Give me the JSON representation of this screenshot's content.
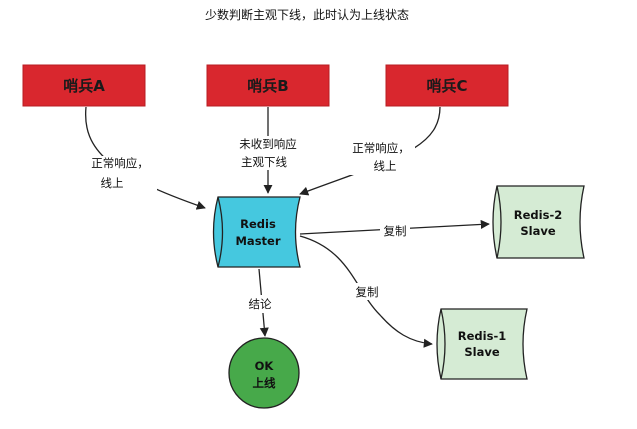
{
  "title": "少数判断主观下线，此时认为上线状态",
  "sentinels": [
    {
      "label": "哨兵A"
    },
    {
      "label": "哨兵B"
    },
    {
      "label": "哨兵C"
    }
  ],
  "master": {
    "line1": "Redis",
    "line2": "Master"
  },
  "slaves": [
    {
      "line1": "Redis-2",
      "line2": "Slave"
    },
    {
      "line1": "Redis-1",
      "line2": "Slave"
    }
  ],
  "ok_node": {
    "line1": "OK",
    "line2": "上线"
  },
  "edge_labels": {
    "sentinel_a": [
      "正常响应，",
      "线上"
    ],
    "sentinel_b": [
      "未收到响应",
      "主观下线"
    ],
    "sentinel_c": [
      "正常响应，",
      "线上"
    ],
    "replicate_top": "复制",
    "replicate_bottom": "复制",
    "conclusion": "结论"
  },
  "colors": {
    "sentinel_fill": "#d9272e",
    "sentinel_stroke": "#b81d23",
    "master_fill": "#45c8df",
    "slave_fill": "#d5ebd4",
    "ok_fill": "#47a94a",
    "edge": "#222222"
  }
}
